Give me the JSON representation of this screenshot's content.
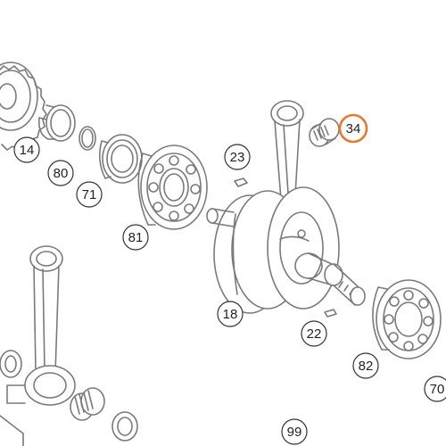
{
  "diagram": {
    "highlight_color": "#e8782a",
    "line_color": "#7a7a7a",
    "callout_color": "#333333",
    "parts": [
      {
        "id": "gear",
        "label": "",
        "icon": "gear-icon"
      },
      {
        "id": "p14",
        "label": "14"
      },
      {
        "id": "p80",
        "label": "80"
      },
      {
        "id": "p71",
        "label": "71"
      },
      {
        "id": "p81",
        "label": "81"
      },
      {
        "id": "p23",
        "label": "23"
      },
      {
        "id": "p34",
        "label": "34",
        "highlighted": true
      },
      {
        "id": "p18",
        "label": "18"
      },
      {
        "id": "p22",
        "label": "22"
      },
      {
        "id": "p82",
        "label": "82"
      },
      {
        "id": "p70",
        "label": "70"
      },
      {
        "id": "p99",
        "label": "99"
      }
    ]
  }
}
